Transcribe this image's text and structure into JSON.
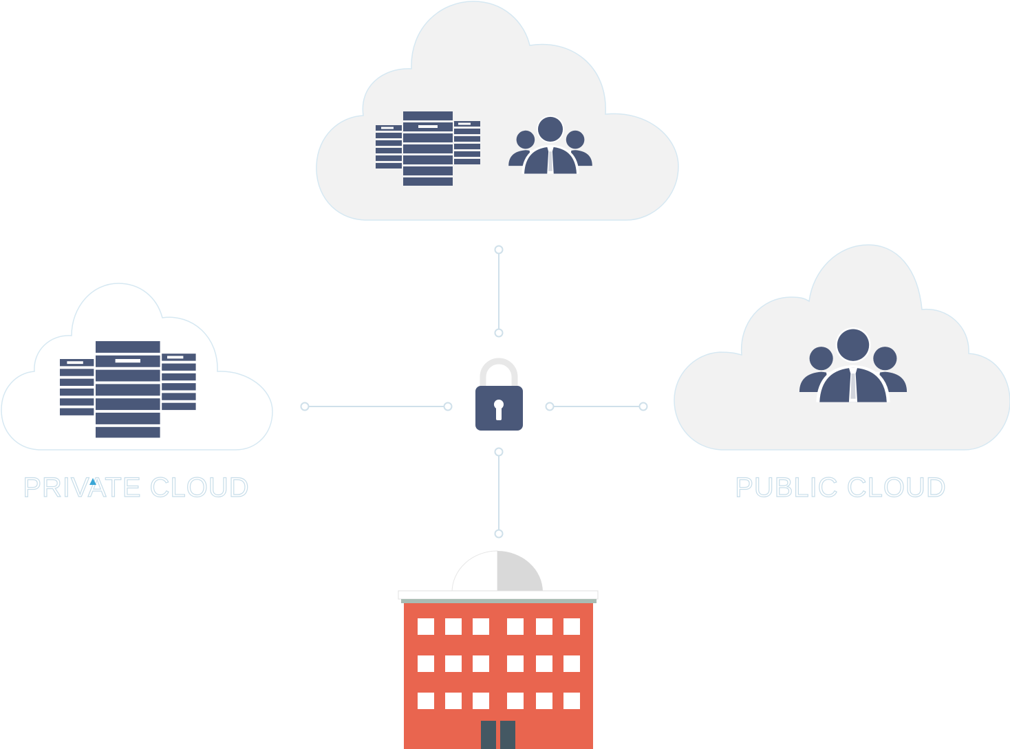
{
  "diagram": {
    "title": "Hybrid cloud",
    "labels": {
      "private": "PRIVATE CLOUD",
      "public": "PUBLIC CLOUD"
    },
    "nodes": [
      {
        "id": "hybrid-cloud",
        "icons": [
          "server-rack-icon",
          "users-group-icon"
        ]
      },
      {
        "id": "private-cloud",
        "label": "PRIVATE CLOUD",
        "icons": [
          "server-rack-icon"
        ]
      },
      {
        "id": "public-cloud",
        "label": "PUBLIC CLOUD",
        "icons": [
          "users-group-icon"
        ]
      },
      {
        "id": "security-lock",
        "icons": [
          "padlock-icon"
        ]
      },
      {
        "id": "on-premise-building",
        "icons": [
          "office-building-icon"
        ]
      }
    ],
    "edges": [
      {
        "from": "hybrid-cloud",
        "to": "security-lock"
      },
      {
        "from": "private-cloud",
        "to": "security-lock"
      },
      {
        "from": "security-lock",
        "to": "public-cloud"
      },
      {
        "from": "security-lock",
        "to": "on-premise-building"
      }
    ],
    "colors": {
      "cloud_fill": "#f2f2f2",
      "cloud_stroke": "#d6e8f2",
      "icon": "#4a5879",
      "connector": "#cfe0ea",
      "building": "#e9654f",
      "roof": "#d9d9d9",
      "door": "#445863",
      "label_stroke": "#c7dde9"
    }
  }
}
